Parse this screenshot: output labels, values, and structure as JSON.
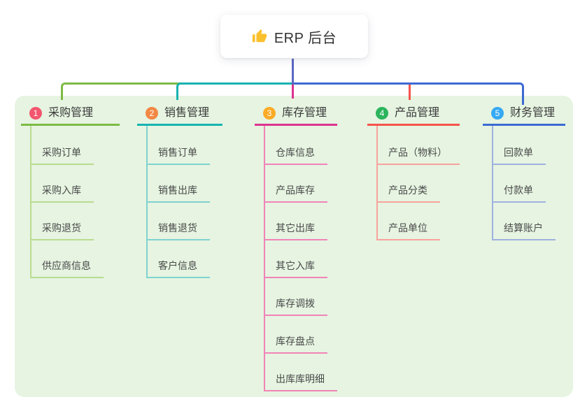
{
  "root": {
    "title": "ERP 后台",
    "icon": "thumbs-up-icon",
    "line_color": "#5a67c3",
    "icon_color": "#fbc02d"
  },
  "panel": {
    "background": "#e6f4e1"
  },
  "branches": [
    {
      "index": "1",
      "label": "采购管理",
      "colors": {
        "badge": "#f2566e",
        "line": "#7dbb45",
        "child_line": "#b9dc90"
      },
      "children": [
        "采购订单",
        "采购入库",
        "采购退货",
        "供应商信息"
      ]
    },
    {
      "index": "2",
      "label": "销售管理",
      "colors": {
        "badge": "#f28744",
        "line": "#17b3b0",
        "child_line": "#7fd3cf"
      },
      "children": [
        "销售订单",
        "销售出库",
        "销售退货",
        "客户信息"
      ]
    },
    {
      "index": "3",
      "label": "库存管理",
      "colors": {
        "badge": "#fcab26",
        "line": "#dc3390",
        "child_line": "#f283b8"
      },
      "children": [
        "仓库信息",
        "产品库存",
        "其它出库",
        "其它入库",
        "库存调拨",
        "库存盘点",
        "出库库明细"
      ]
    },
    {
      "index": "4",
      "label": "产品管理",
      "colors": {
        "badge": "#2cb45d",
        "line": "#f4544c",
        "child_line": "#f9a29d"
      },
      "children": [
        "产品（物料）",
        "产品分类",
        "产品单位"
      ]
    },
    {
      "index": "5",
      "label": "财务管理",
      "colors": {
        "badge": "#36a9f3",
        "line": "#3d6ad2",
        "child_line": "#9fb0e0"
      },
      "children": [
        "回款单",
        "付款单",
        "结算账户"
      ]
    }
  ]
}
